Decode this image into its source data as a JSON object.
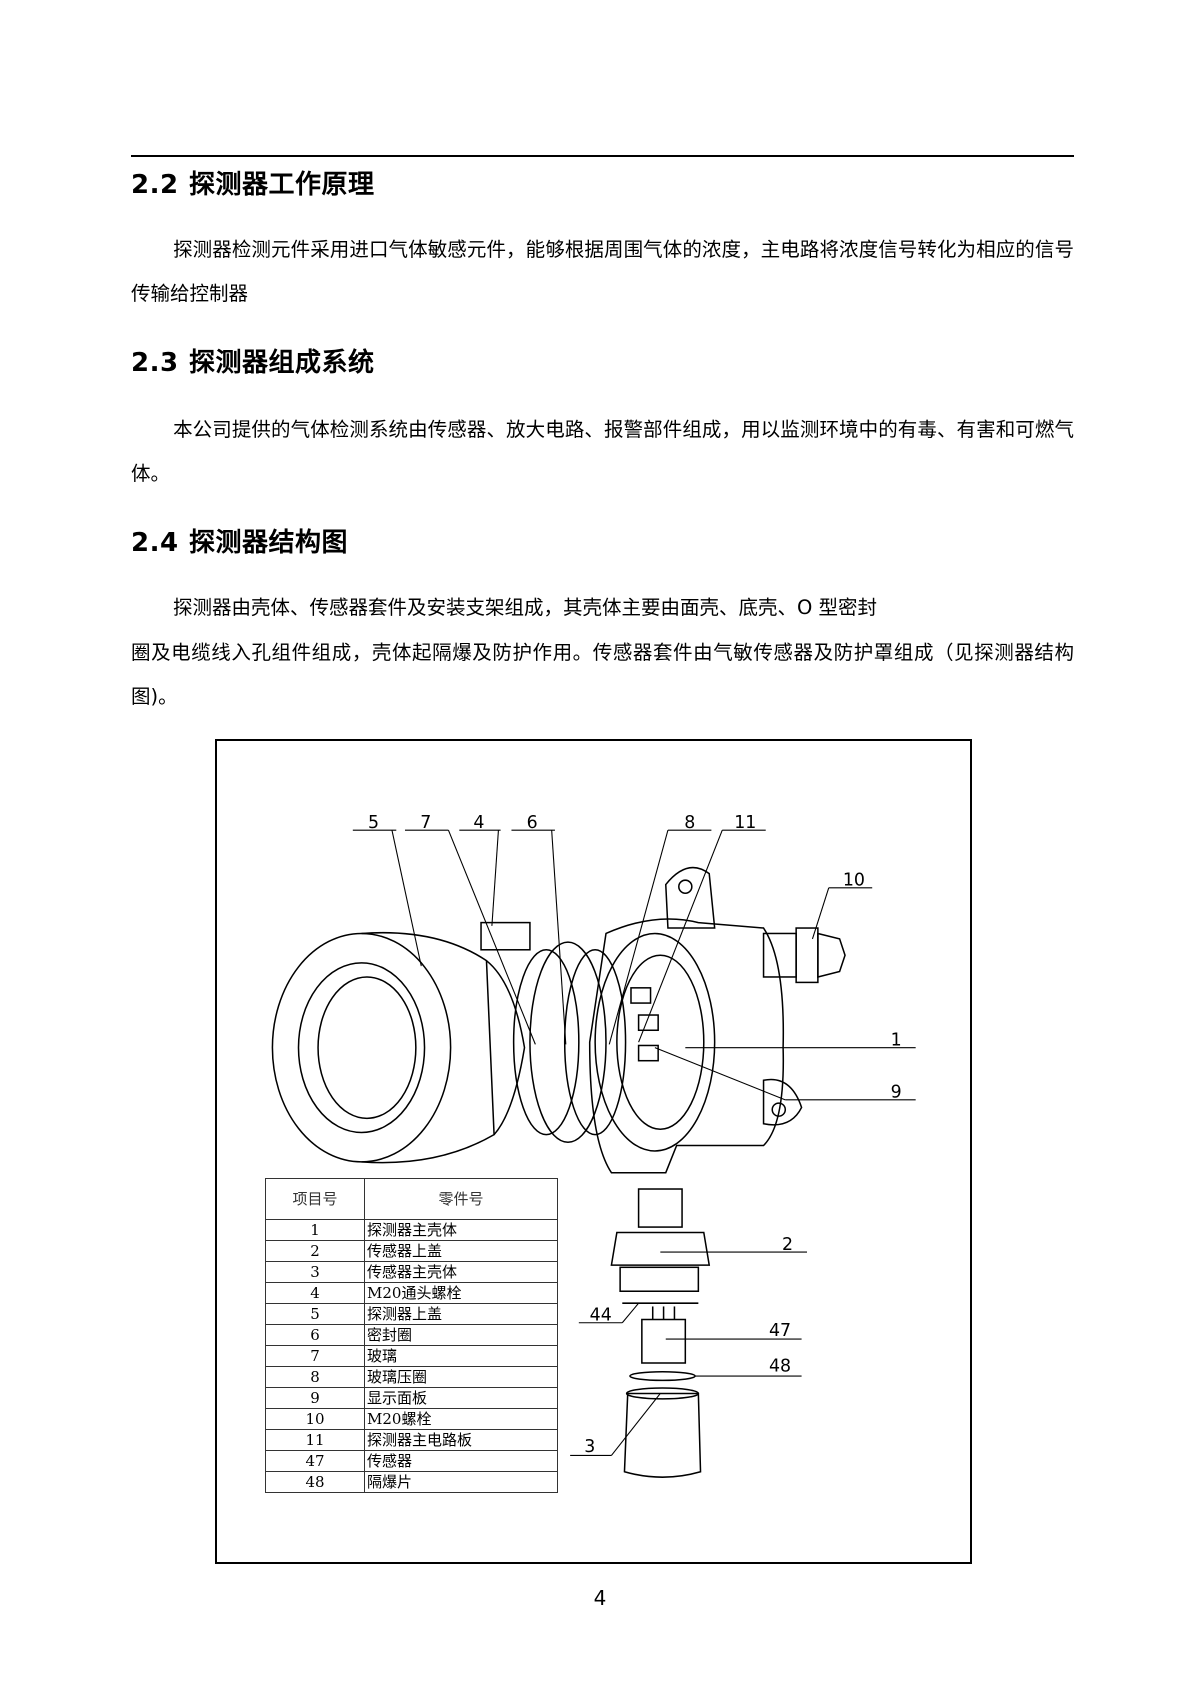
{
  "sections": [
    {
      "number": "2.2",
      "title": "探测器工作原理",
      "paragraphs": [
        "探测器检测元件采用进口气体敏感元件，能够根据周围气体的浓度，主电路将浓度信号转化为相应的信号传输给控制器"
      ]
    },
    {
      "number": "2.3",
      "title": "探测器组成系统",
      "paragraphs": [
        "本公司提供的气体检测系统由传感器、放大电路、报警部件组成，用以监测环境中的有毒、有害和可燃气体。"
      ]
    },
    {
      "number": "2.4",
      "title": "探测器结构图",
      "paragraphs": [
        "探测器由壳体、传感器套件及安装支架组成，其壳体主要由面壳、底壳、O 型密封",
        "圈及电缆线入孔组件组成，壳体起隔爆及防护作用。传感器套件由气敏传感器及防护罩组成（见探测器结构图)。"
      ]
    }
  ],
  "figure": {
    "callouts": [
      "5",
      "7",
      "4",
      "6",
      "8",
      "11",
      "10",
      "1",
      "9",
      "2",
      "44",
      "47",
      "48",
      "3"
    ],
    "table": {
      "headers": [
        "项目号",
        "零件号"
      ],
      "rows": [
        [
          "1",
          "探测器主壳体"
        ],
        [
          "2",
          "传感器上盖"
        ],
        [
          "3",
          "传感器主壳体"
        ],
        [
          "4",
          "M20通头螺栓"
        ],
        [
          "5",
          "探测器上盖"
        ],
        [
          "6",
          "密封圈"
        ],
        [
          "7",
          "玻璃"
        ],
        [
          "8",
          "玻璃压圈"
        ],
        [
          "9",
          "显示面板"
        ],
        [
          "10",
          "M20螺栓"
        ],
        [
          "11",
          "探测器主电路板"
        ],
        [
          "47",
          "传感器"
        ],
        [
          "48",
          "隔爆片"
        ]
      ]
    }
  },
  "page_number": "4"
}
